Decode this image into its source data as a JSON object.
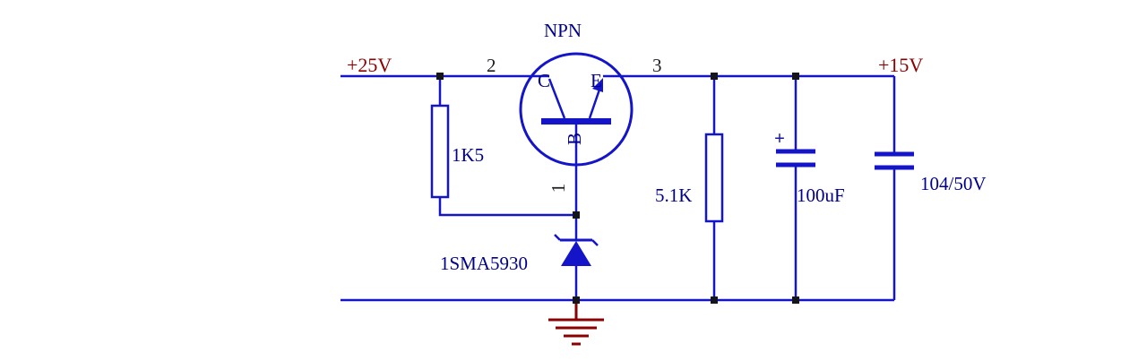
{
  "diagram": {
    "labels": {
      "supply_in": "+25V",
      "supply_out": "+15V",
      "pin1": "1",
      "pin2": "2",
      "pin3": "3",
      "transistor_type": "NPN",
      "collector": "C",
      "emitter": "E",
      "base": "B",
      "resistor1_value": "1K5",
      "resistor2_value": "5.1K",
      "zener_part": "1SMA5930",
      "cap_polar_plus": "+",
      "cap_polar_value": "100uF",
      "cap_film_value": "104/50V"
    },
    "colors": {
      "wire_blue": "#1414c8",
      "component_text_navy": "#00008b",
      "voltage_text_maroon": "#8b0000",
      "ground_maroon": "#8b0000",
      "junction_dark": "#16161a",
      "background": "#ffffff"
    }
  }
}
